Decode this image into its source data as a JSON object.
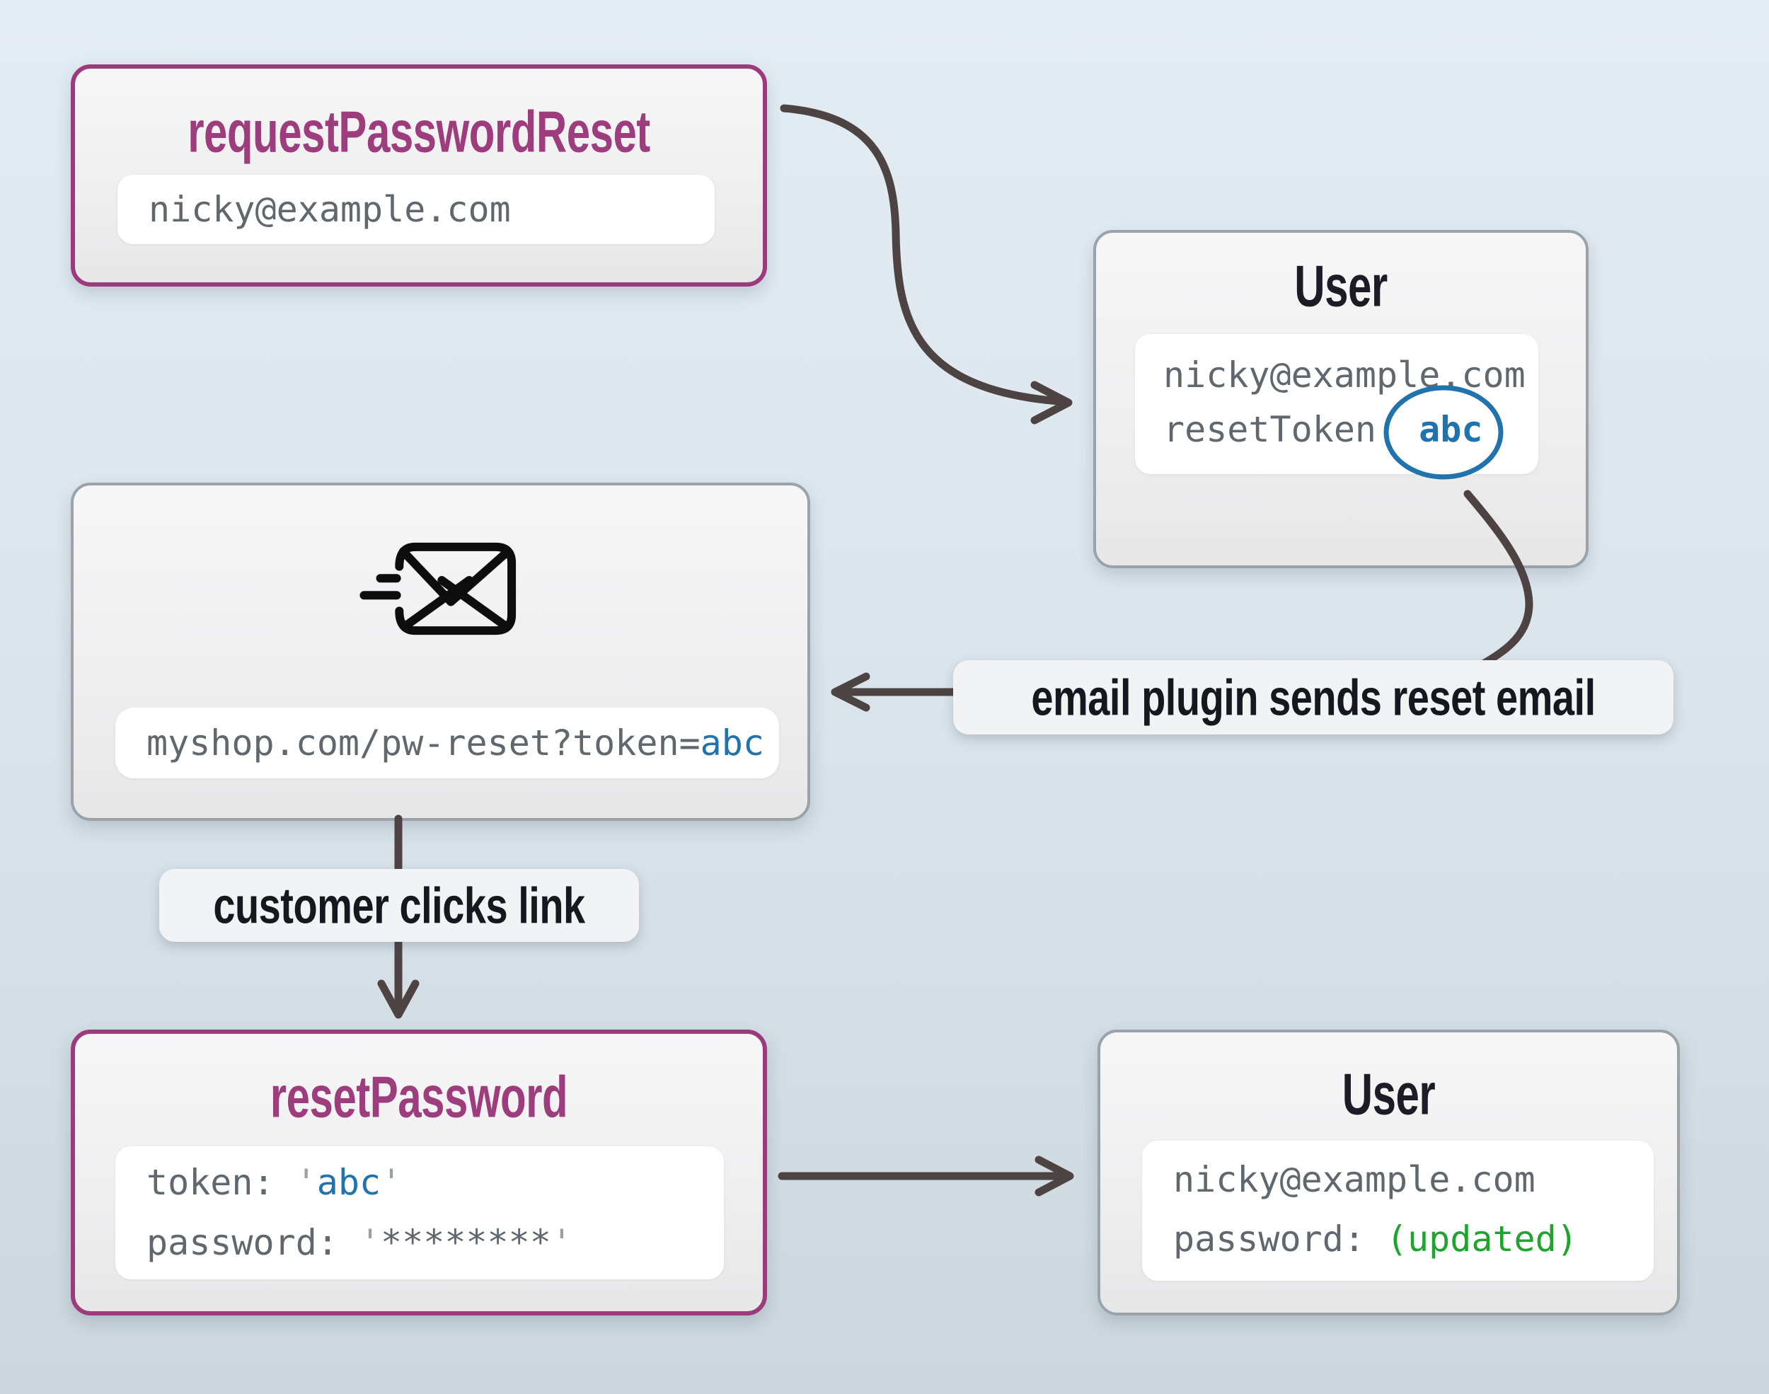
{
  "diagram": {
    "request_box": {
      "title": "requestPasswordReset",
      "email": "nicky@example.com"
    },
    "user_top_box": {
      "title": "User",
      "email": "nicky@example.com",
      "token_label": "resetToken:",
      "token_value": "abc"
    },
    "email_box": {
      "url_prefix": "myshop.com/pw-reset?token=",
      "url_token": "abc"
    },
    "email_plugin_label": "email plugin sends reset email",
    "customer_clicks_label": "customer clicks link",
    "reset_box": {
      "title": "resetPassword",
      "token_label": "token:",
      "quote": "'",
      "token_value": "abc",
      "password_label": "password:",
      "password_value": "********"
    },
    "user_bottom_box": {
      "title": "User",
      "email": "nicky@example.com",
      "password_label": "password:",
      "password_value": "(updated)"
    }
  },
  "icons": {
    "mail": "mail-send-icon",
    "token_circle": "token-highlight-ellipse"
  },
  "colors": {
    "accent_purple": "#9c3b7b",
    "accent_blue": "#2173ad",
    "accent_green": "#21a42f",
    "arrow": "#4e4343",
    "mono_gray": "#60686d",
    "card_border_gray": "#9aa3a9",
    "background_top": "#e4ecf3",
    "background_bottom": "#ccd7de"
  }
}
